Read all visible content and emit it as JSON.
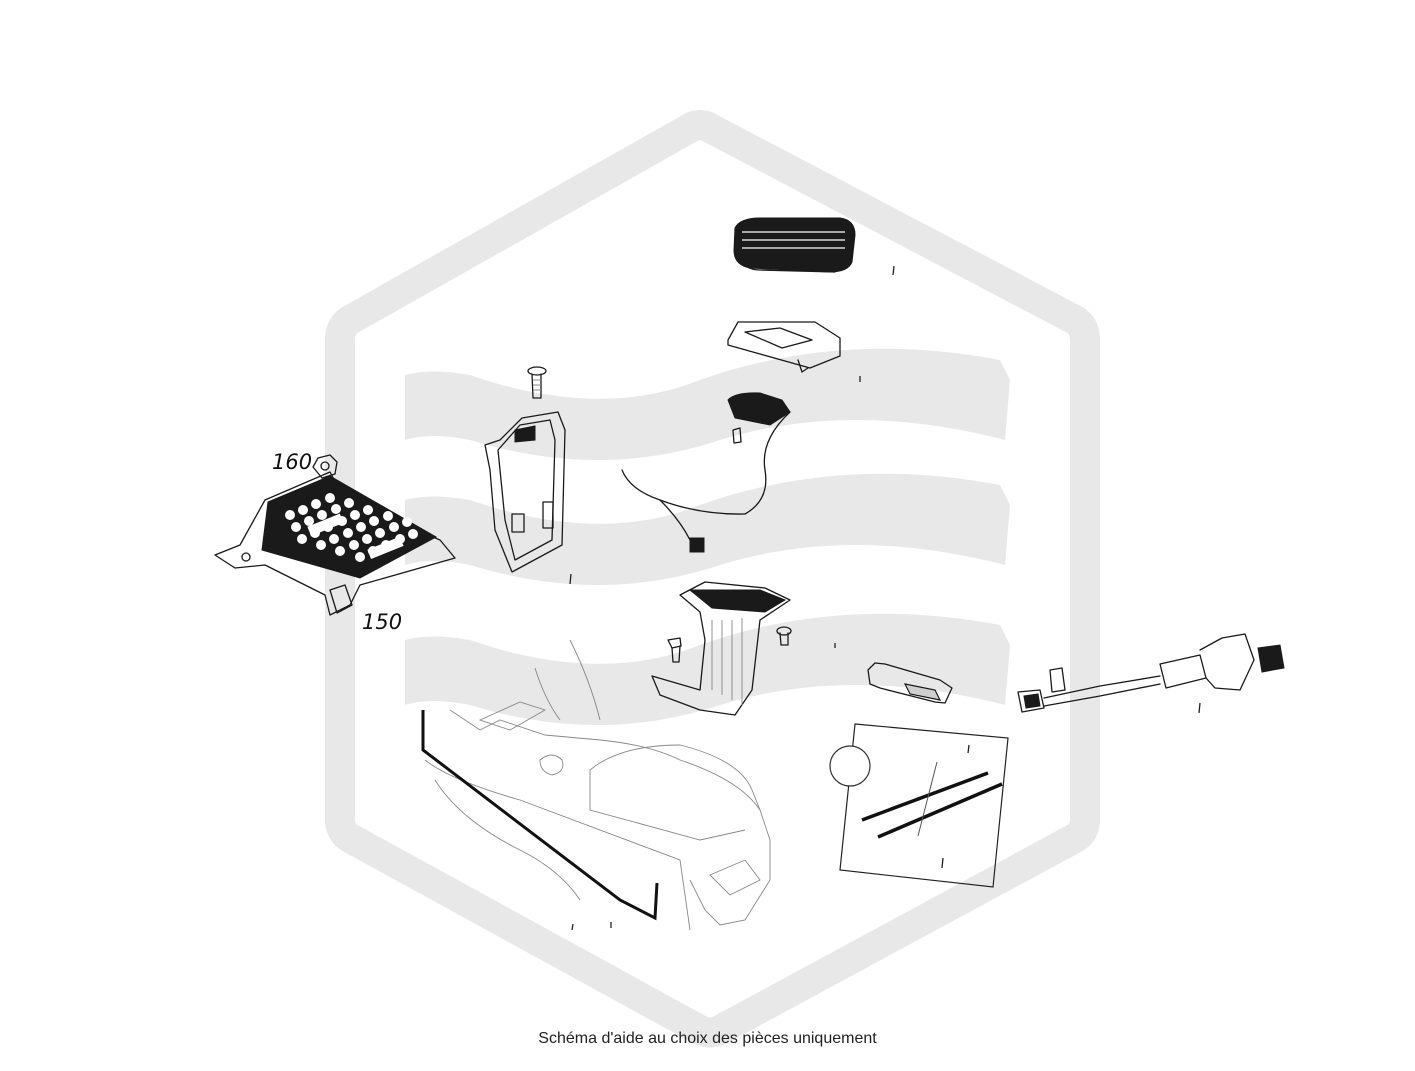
{
  "callouts": {
    "nut": "160",
    "bracket": "150"
  },
  "caption": "Schéma d'aide au choix des pièces uniquement",
  "colors": {
    "watermark": "#e8e8e8",
    "line": "#1a1a1a",
    "background": "#ffffff"
  }
}
